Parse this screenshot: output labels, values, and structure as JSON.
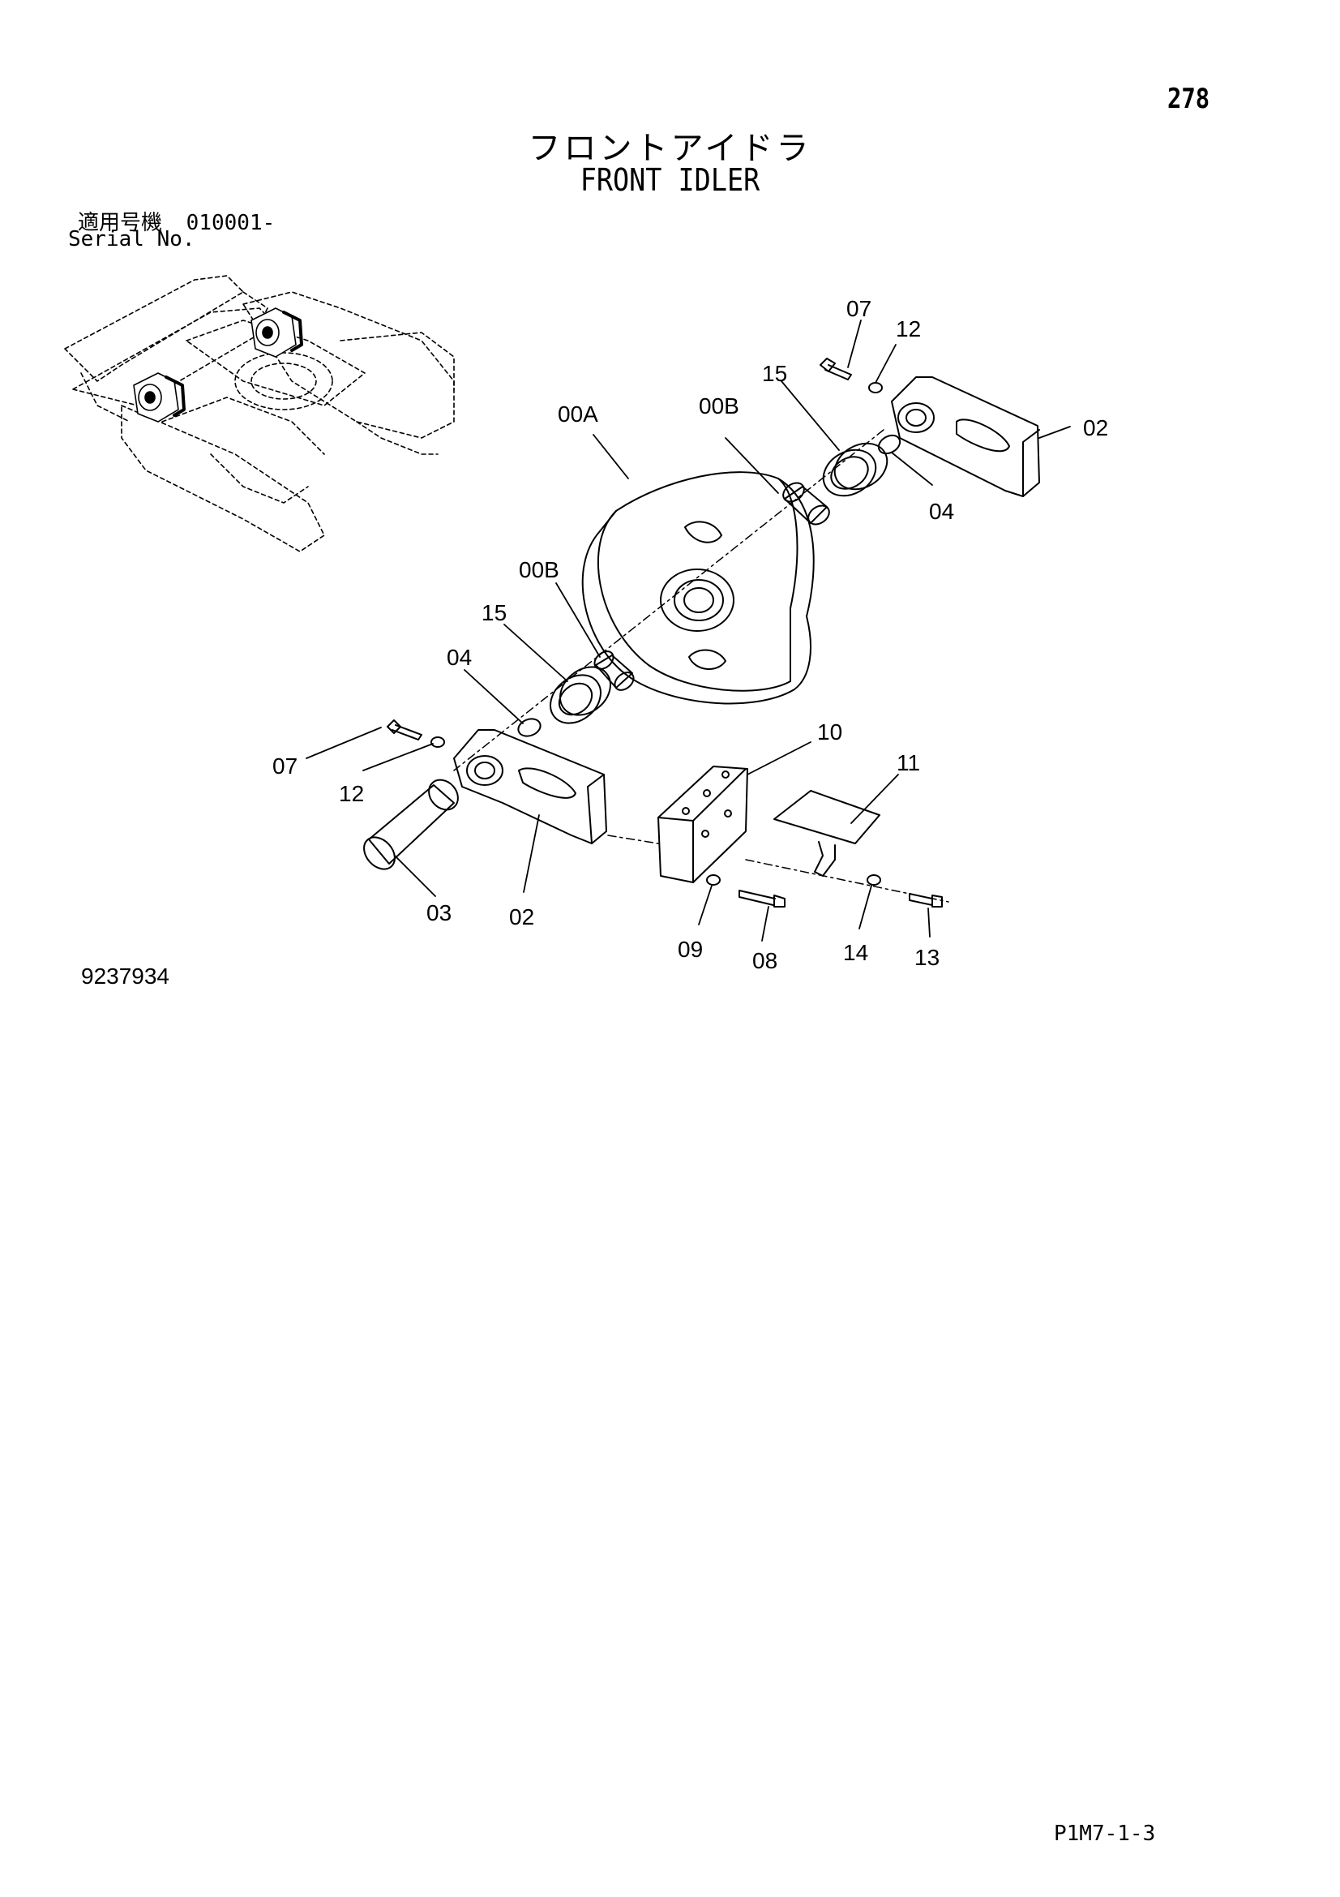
{
  "page_number": "278",
  "title_jp": "フロントアイドラ",
  "title_en": "FRONT IDLER",
  "serial": {
    "label_jp": "適用号機",
    "range": "010001-",
    "label_en": "Serial No."
  },
  "callouts": {
    "00A": "00A",
    "00B_upper": "00B",
    "00B_lower": "00B",
    "15_upper": "15",
    "15_lower": "15",
    "07_upper": "07",
    "07_lower": "07",
    "12_upper": "12",
    "12_lower": "12",
    "02_upper": "02",
    "02_lower": "02",
    "04_upper": "04",
    "04_lower": "04",
    "03": "03",
    "10": "10",
    "11": "11",
    "09": "09",
    "08": "08",
    "14": "14",
    "13": "13"
  },
  "drawing_number": "9237934",
  "page_code": "P1M7-1-3"
}
